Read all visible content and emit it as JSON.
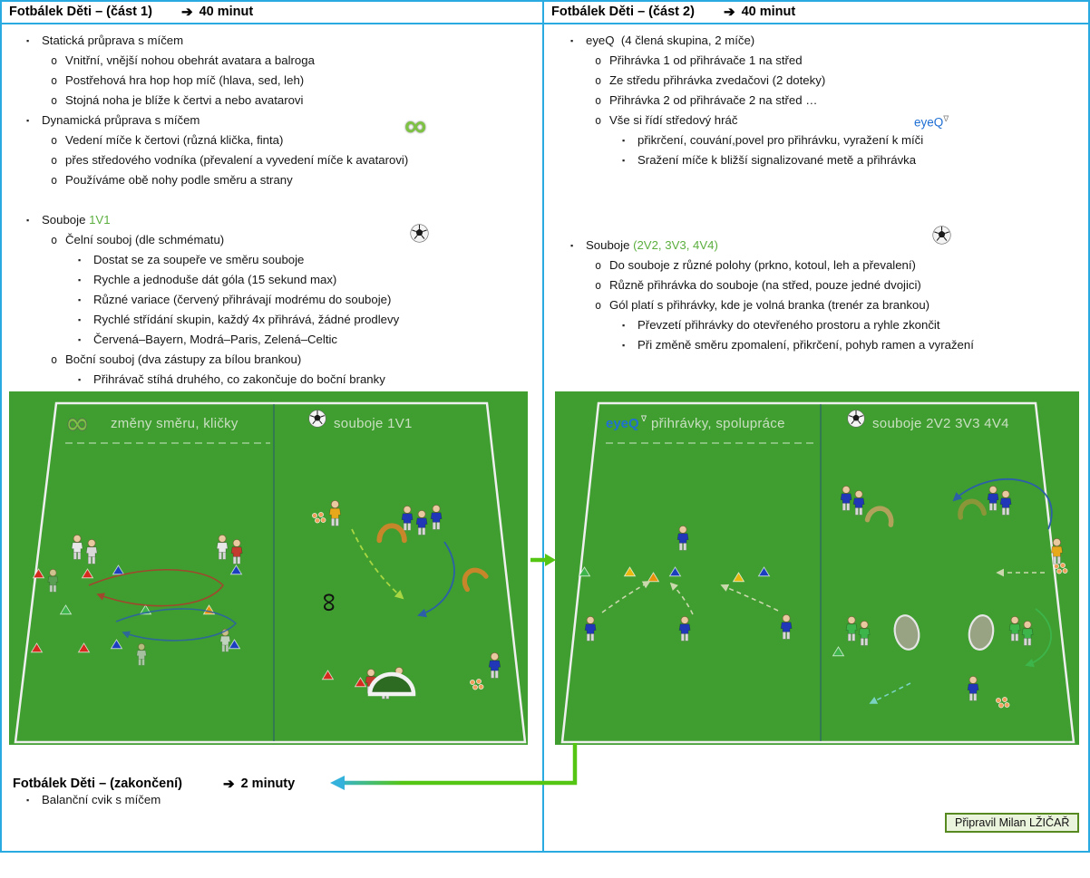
{
  "colors": {
    "frame_cyan": "#29ABE2",
    "accent_green": "#5BAE3E",
    "link_blue": "#1F6FD4",
    "pitch_green": "#3F9E2F",
    "flow_arrow_green": "#55C514",
    "credit_border_green": "#56891F"
  },
  "icons": {
    "infinity": "∞",
    "arrow_right": "➔",
    "nabla": "∇",
    "bullet_level1": "▪",
    "bullet_level2": "o",
    "bullet_level3": "▪",
    "eight_symbol": "∞"
  },
  "left_panel": {
    "header": {
      "title": "Fotbálek Děti – (část 1)",
      "duration": "40 minut"
    },
    "items": [
      {
        "level": 1,
        "segments": [
          {
            "text": "Statická průprava s míčem"
          }
        ]
      },
      {
        "level": 2,
        "segments": [
          {
            "text": "Vnitřní, vnější nohou obehrát avatara a balroga"
          }
        ]
      },
      {
        "level": 2,
        "segments": [
          {
            "text": "Postřehová hra hop hop míč (hlava, sed, leh)"
          }
        ]
      },
      {
        "level": 2,
        "segments": [
          {
            "text": "Stojná noha je blíže k čertvi a nebo avatarovi"
          }
        ]
      },
      {
        "level": 1,
        "segments": [
          {
            "text": "Dynamická průprava s míčem"
          }
        ]
      },
      {
        "level": 2,
        "segments": [
          {
            "text": "Vedení míče k čertovi (různá klička, finta)"
          }
        ]
      },
      {
        "level": 2,
        "segments": [
          {
            "text": "přes středového vodníka (převalení a vyvedení míče k avatarovi)"
          }
        ]
      },
      {
        "level": 2,
        "segments": [
          {
            "text": "Používáme obě nohy podle směru a strany"
          }
        ]
      },
      {
        "level": 1,
        "gap": 22,
        "segments": [
          {
            "text": "Souboje "
          },
          {
            "text": "1V1",
            "color": "#5BAE3E"
          }
        ]
      },
      {
        "level": 2,
        "segments": [
          {
            "text": "Čelní souboj (dle schmématu)"
          }
        ]
      },
      {
        "level": 3,
        "segments": [
          {
            "text": "Dostat se za soupeře ve směru souboje"
          }
        ]
      },
      {
        "level": 3,
        "segments": [
          {
            "text": "Rychle a jednoduše dát góla (15 sekund max)"
          }
        ]
      },
      {
        "level": 3,
        "segments": [
          {
            "text": "Různé variace (červený přihrávají modrému do souboje)"
          }
        ]
      },
      {
        "level": 3,
        "segments": [
          {
            "text": "Rychlé střídání skupin, každý 4x přihrává, žádné prodlevy"
          }
        ]
      },
      {
        "level": 3,
        "segments": [
          {
            "text": "Červená–Bayern, Modrá–Paris, Zelená–Celtic"
          }
        ]
      },
      {
        "level": 2,
        "segments": [
          {
            "text": "Boční souboj (dva zástupy za bílou brankou)"
          }
        ]
      },
      {
        "level": 3,
        "segments": [
          {
            "text": "Přihrávač stíhá druhého, co zakončuje do boční branky"
          }
        ]
      }
    ],
    "pitch": {
      "zone1_label": "změny směru, kličky",
      "zone2_label": "souboje 1V1"
    }
  },
  "right_panel": {
    "header": {
      "title": "Fotbálek Děti – (část 2)",
      "duration": "40 minut"
    },
    "eyeq_link": {
      "text": "eyeQ",
      "mark": "∇"
    },
    "items": [
      {
        "level": 1,
        "segments": [
          {
            "text": "eyeQ  (4 člená skupina, 2 míče)"
          }
        ]
      },
      {
        "level": 2,
        "segments": [
          {
            "text": "Přihrávka 1 od přihrávače 1 na střed"
          }
        ]
      },
      {
        "level": 2,
        "segments": [
          {
            "text": "Ze středu přihrávka zvedačovi (2 doteky)"
          }
        ]
      },
      {
        "level": 2,
        "segments": [
          {
            "text": "Přihrávka 2 od přihrávače 2 na střed …"
          }
        ]
      },
      {
        "level": 2,
        "segments": [
          {
            "text": "Vše si řídí středový hráč"
          }
        ]
      },
      {
        "level": 3,
        "segments": [
          {
            "text": "přikrčení, couvání,povel pro přihrávku, vyražení k míči"
          }
        ]
      },
      {
        "level": 3,
        "segments": [
          {
            "text": "Sražení míče k bližší signalizované metě a přihrávka"
          }
        ]
      },
      {
        "level": 1,
        "gap": 72,
        "segments": [
          {
            "text": "Souboje "
          },
          {
            "text": "(2V2, 3V3, 4V4)",
            "color": "#5BAE3E"
          }
        ]
      },
      {
        "level": 2,
        "segments": [
          {
            "text": "Do souboje z různé polohy (prkno, kotoul, leh a převalení)"
          }
        ]
      },
      {
        "level": 2,
        "segments": [
          {
            "text": "Různě přihrávka do souboje (na střed, pouze jedné dvojici)"
          }
        ]
      },
      {
        "level": 2,
        "segments": [
          {
            "text": "Gól platí s přihrávky, kde je volná branka (trenér za brankou)"
          }
        ]
      },
      {
        "level": 3,
        "segments": [
          {
            "text": "Převzetí přihrávky do otevřeného prostoru a ryhle zkončit"
          }
        ]
      },
      {
        "level": 3,
        "segments": [
          {
            "text": "Při změně směru zpomalení, přikrčení, pohyb ramen a vyražení"
          }
        ]
      }
    ],
    "pitch": {
      "zone1_link": "eyeQ",
      "zone1_mark": "∇",
      "zone1_label": "přihrávky, spolupráce",
      "zone2_label": "souboje 2V2 3V3 4V4"
    }
  },
  "footer": {
    "title": "Fotbálek Děti – (zakončení)",
    "duration": "2 minuty",
    "items": [
      {
        "level": 1,
        "segments": [
          {
            "text": "Balanční cvik s míčem"
          }
        ]
      }
    ],
    "credit": "Připravil Milan LŽIČAŘ"
  }
}
